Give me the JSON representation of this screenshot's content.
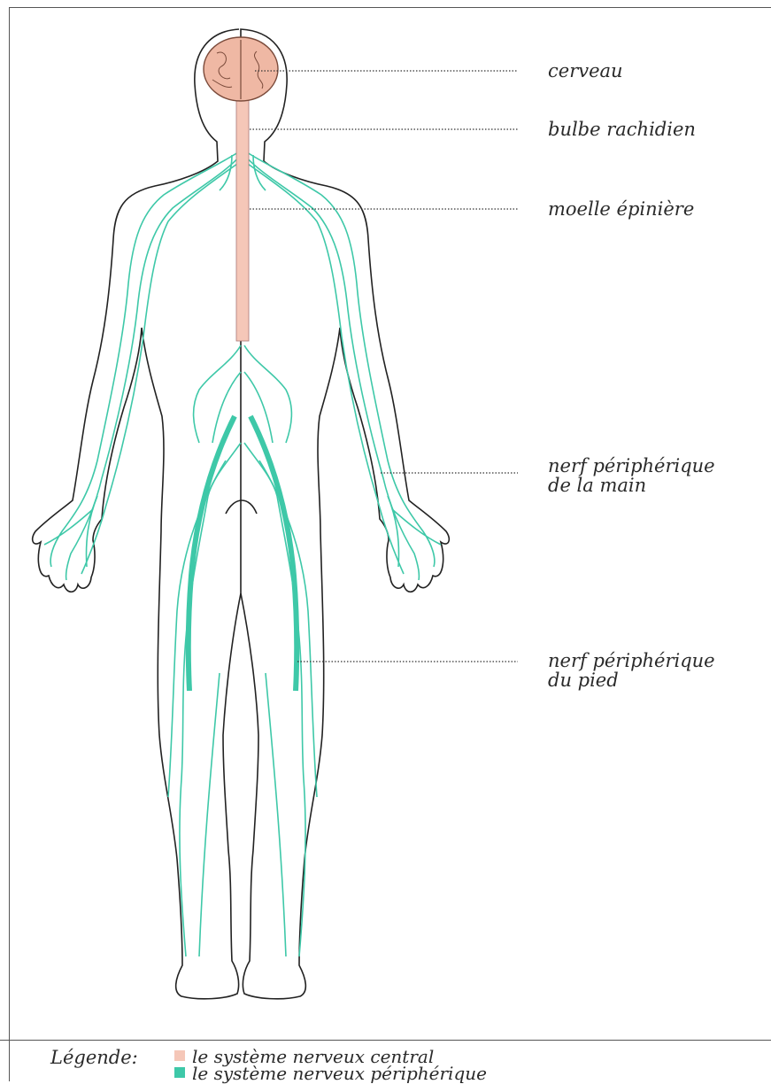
{
  "colors": {
    "central": "#f5c7b8",
    "brain": "#efb8a4",
    "peripheral": "#3ec8a8",
    "outline": "#222222"
  },
  "labels": {
    "cerveau": "cerveau",
    "bulbe": "bulbe rachidien",
    "moelle": "moelle épinière",
    "nerf_main_1": "nerf périphérique",
    "nerf_main_2": "de la main",
    "nerf_pied_1": "nerf périphérique",
    "nerf_pied_2": "du pied"
  },
  "legend": {
    "title": "Légende:",
    "central": "le système nerveux central",
    "peripheral": "le système nerveux périphérique"
  }
}
